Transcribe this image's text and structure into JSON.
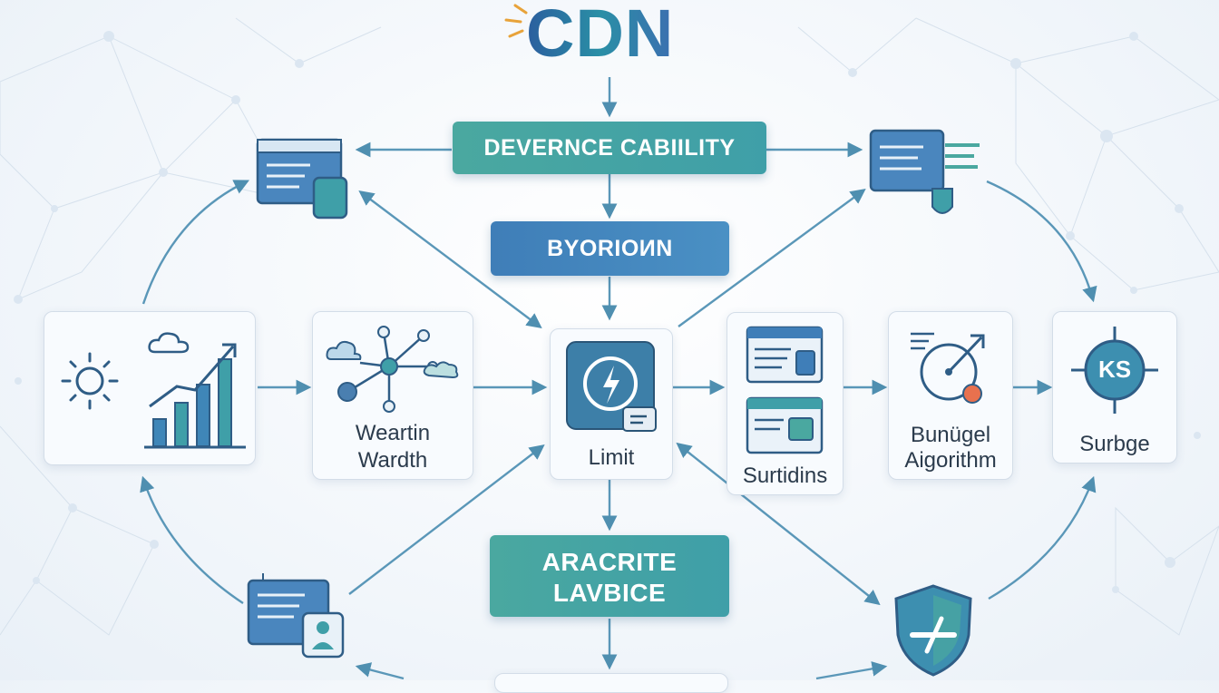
{
  "title": "CDN",
  "pills": {
    "top": "DEVERNCE CABIILITY",
    "mid": "BYORIOИN",
    "bottom_line1": "ARACRITE",
    "bottom_line2": "LAVBICE"
  },
  "nodes": {
    "wearth_line1": "Weartin",
    "wearth_line2": "Wardth",
    "limit": "Limit",
    "surtidins": "Surtidins",
    "bungel_line1": "Bunügel",
    "bungel_line2": "Aigorithm",
    "surbge": "Surbge",
    "ks_badge": "KS"
  },
  "colors": {
    "accent_blue": "#3f7eb8",
    "accent_teal": "#4aa8a0",
    "arrow": "#4f8fb0",
    "node_bg": "#f8fbfe"
  }
}
